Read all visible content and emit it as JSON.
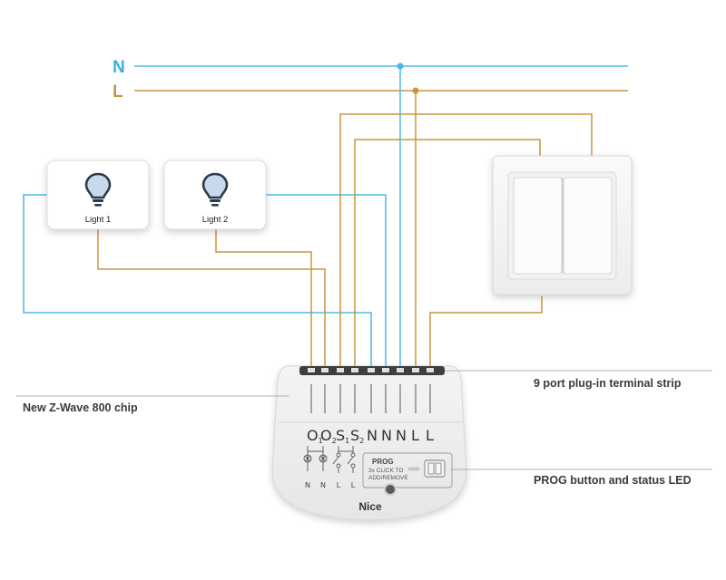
{
  "lines": {
    "neutral_label": "N",
    "live_label": "L"
  },
  "colors": {
    "neutral_wire": "#4db8e8",
    "live_wire": "#c9953e",
    "neutral_label": "#3aaee0",
    "live_label": "#c9953e"
  },
  "lights": [
    {
      "label": "Light 1",
      "icon": "light-bulb-icon"
    },
    {
      "label": "Light 2",
      "icon": "light-bulb-icon"
    }
  ],
  "switch": {
    "icon": "double-rocker-switch"
  },
  "module": {
    "terminals": [
      "O",
      "O",
      "S",
      "S",
      "N",
      "N",
      "N",
      "L",
      "L"
    ],
    "terminal_subscripts": [
      "1",
      "2",
      "1",
      "2",
      "",
      "",
      "",
      "",
      ""
    ],
    "symbol_labels": [
      "N",
      "N",
      "L",
      "L"
    ],
    "prog_title": "PROG",
    "prog_line1": "3x CLICK TO",
    "prog_line2": "ADD/REMOVE",
    "brand": "Nice"
  },
  "callouts": {
    "terminal_strip": "9 port plug-in terminal strip",
    "chip": "New Z-Wave 800 chip",
    "prog": "PROG button and status LED"
  }
}
